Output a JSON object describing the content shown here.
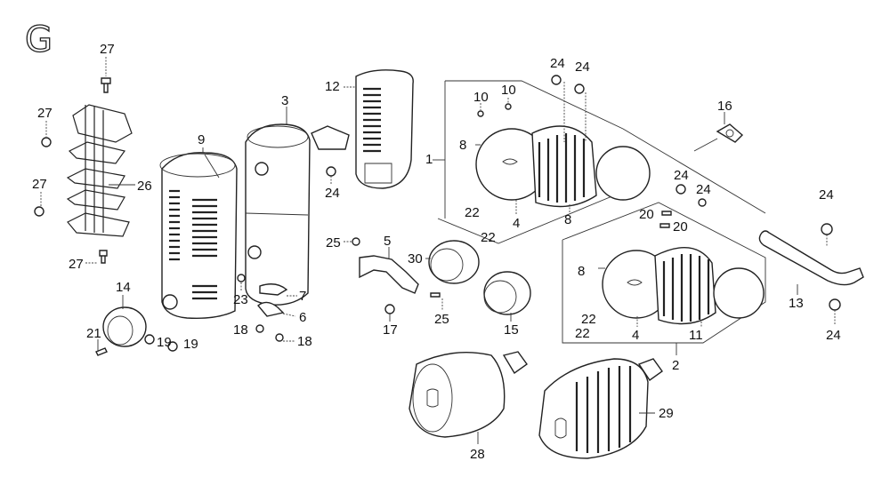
{
  "diagram": {
    "section_letter": "G",
    "labels": {
      "p1": "1",
      "p2": "2",
      "p3": "3",
      "p4a": "4",
      "p4b": "4",
      "p5": "5",
      "p6": "6",
      "p7": "7",
      "p8a": "8",
      "p8b": "8",
      "p8c": "8",
      "p9": "9",
      "p10a": "10",
      "p10b": "10",
      "p11": "11",
      "p12": "12",
      "p13": "13",
      "p14": "14",
      "p15": "15",
      "p16": "16",
      "p17": "17",
      "p18a": "18",
      "p18b": "18",
      "p19a": "19",
      "p19b": "19",
      "p20a": "20",
      "p20b": "20",
      "p21": "21",
      "p22a": "22",
      "p22b": "22",
      "p22c": "22",
      "p22d": "22",
      "p23": "23",
      "p24a": "24",
      "p24b": "24",
      "p24c": "24",
      "p24d": "24",
      "p24e": "24",
      "p24f": "24",
      "p24g": "24",
      "p25a": "25",
      "p25b": "25",
      "p26": "26",
      "p27a": "27",
      "p27b": "27",
      "p27c": "27",
      "p27d": "27",
      "p28": "28",
      "p29": "29",
      "p30": "30"
    }
  }
}
